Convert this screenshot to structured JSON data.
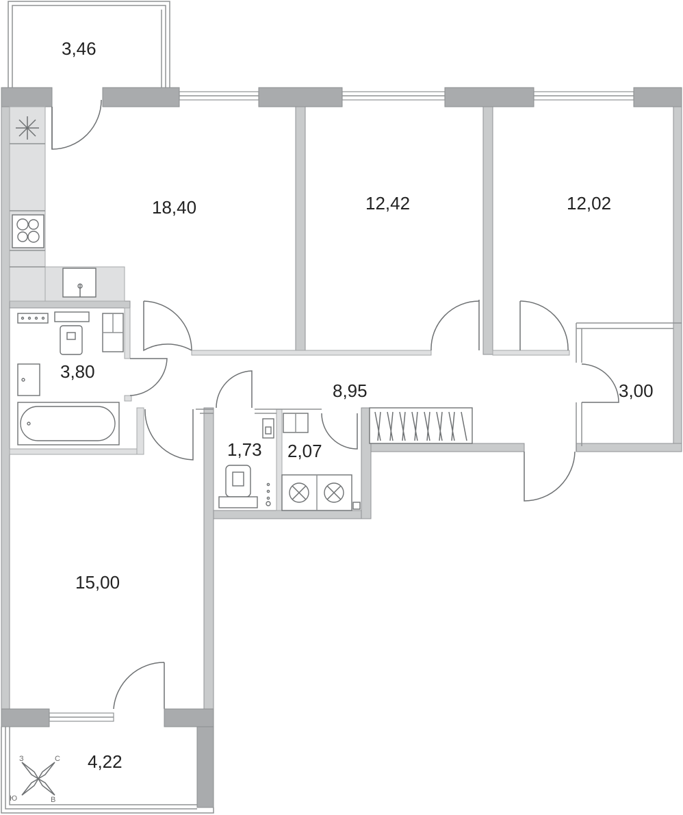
{
  "rooms": {
    "balcony_top": "3,46",
    "kitchen": "18,40",
    "bedroom_middle": "12,42",
    "bedroom_right": "12,02",
    "bathroom": "3,80",
    "hall": "8,95",
    "closet": "3,00",
    "toilet": "1,73",
    "laundry": "2,07",
    "living_room": "15,00",
    "balcony_bottom": "4,22"
  },
  "compass": {
    "north": "С",
    "south": "Ю",
    "west": "З",
    "east": "В"
  },
  "colors": {
    "wall": "#c9cbcc",
    "wall_dark": "#a9abad",
    "line": "#8f9294",
    "text": "#222222"
  }
}
